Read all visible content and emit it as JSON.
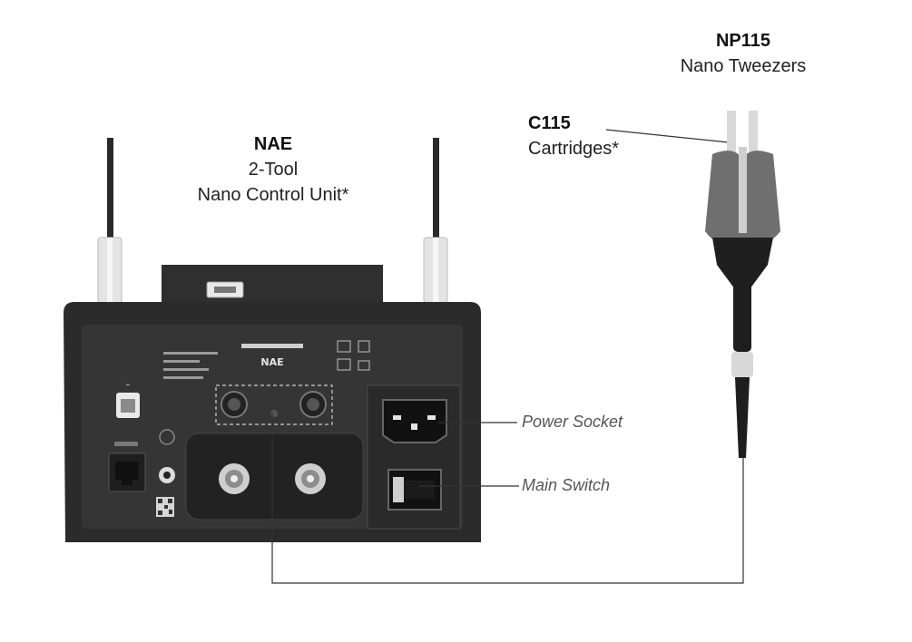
{
  "unit": {
    "code": "NAE",
    "line1": "2-Tool",
    "line2": "Nano Control Unit*",
    "panel_label": "NAE"
  },
  "tweezers": {
    "code": "NP115",
    "name": "Nano Tweezers"
  },
  "cartridges": {
    "code": "C115",
    "name": "Cartridges*"
  },
  "callouts": {
    "power_socket": "Power Socket",
    "main_switch": "Main Switch"
  },
  "colors": {
    "device_body": "#2b2b2b",
    "device_panel": "#333333",
    "tool_grey": "#6f6f6f",
    "callout_line": "#333333"
  }
}
